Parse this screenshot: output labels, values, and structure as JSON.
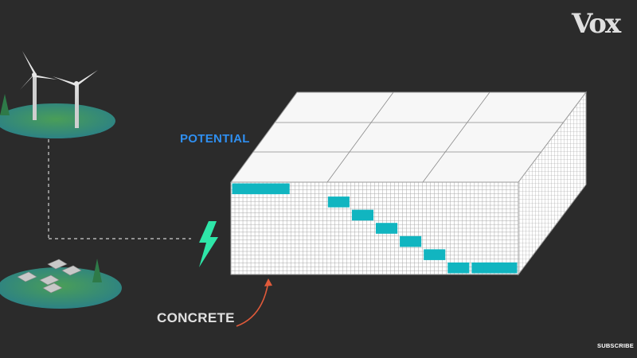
{
  "labels": {
    "potential": "POTENTIAL",
    "concrete": "CONCRETE"
  },
  "branding": {
    "logo": "Vox",
    "subscribe": "SUBSCRIBE"
  },
  "colors": {
    "background": "#2b2b2b",
    "potential_text": "#2f8ff0",
    "concrete_text": "#e0e0e0",
    "block_highlight": "#11b5c0",
    "bolt": "#2ee6a8",
    "arrow": "#e05a3a",
    "island": "#3f9a55",
    "logo": "#ffffff"
  },
  "icons": [
    "wind-turbine-icon",
    "solar-panel-icon",
    "lightning-bolt-icon",
    "tree-icon",
    "curved-arrow-icon"
  ],
  "blocks": {
    "grid_columns": 24,
    "grid_rows": 8,
    "highlighted_rows_by_column": [
      0,
      0,
      0,
      0,
      null,
      null,
      null,
      null,
      1,
      null,
      2,
      null,
      3,
      null,
      4,
      null,
      5,
      null,
      6,
      null,
      6,
      6,
      6,
      6
    ]
  }
}
